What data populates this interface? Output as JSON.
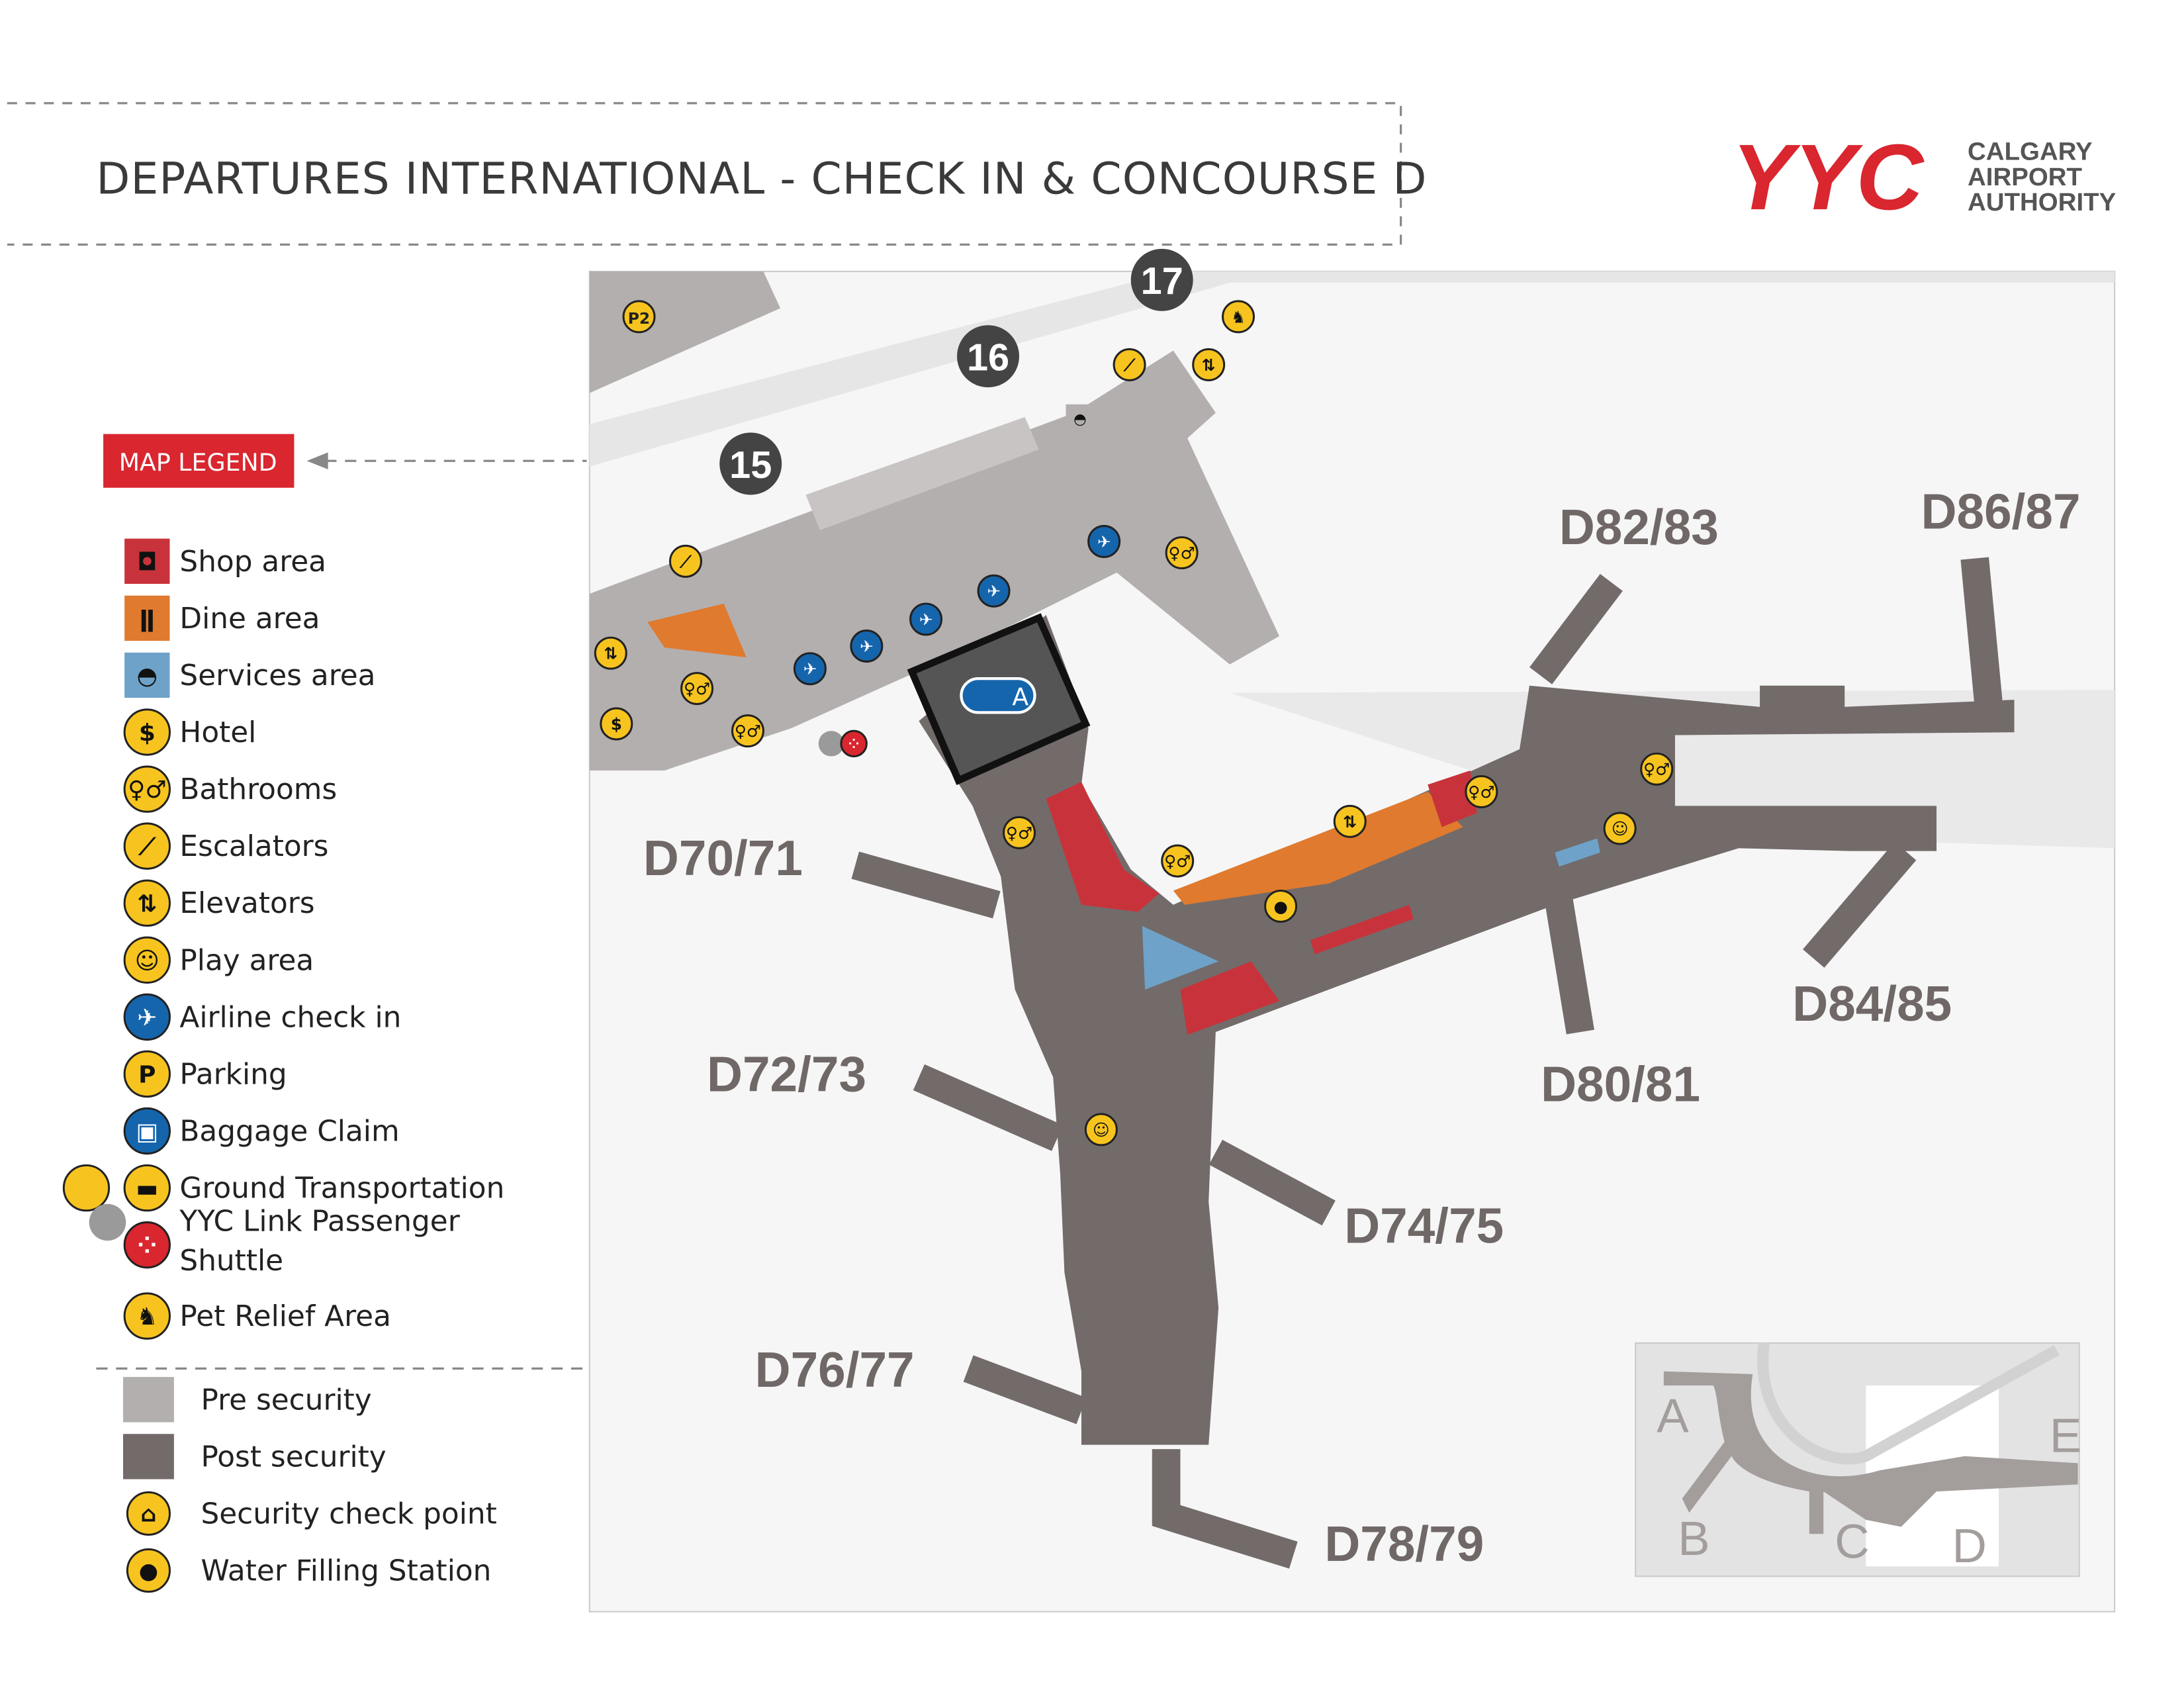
{
  "header": {
    "title": "DEPARTURES INTERNATIONAL - CHECK IN & CONCOURSE D",
    "logo": {
      "mark": "YYC",
      "line1": "CALGARY",
      "line2": "AIRPORT",
      "line3": "AUTHORITY"
    }
  },
  "legend": {
    "button_label": "MAP LEGEND",
    "items": [
      {
        "label": "Shop area",
        "icon": "shop-bag-icon",
        "color": "#c8333b"
      },
      {
        "label": "Dine area",
        "icon": "dine-icon",
        "color": "#e07a2e"
      },
      {
        "label": "Services area",
        "icon": "service-bell-icon",
        "color": "#6fa2c8"
      },
      {
        "label": "Hotel",
        "icon": "hotel-dollar-icon",
        "color": "#f7c41f"
      },
      {
        "label": "Bathrooms",
        "icon": "bathroom-icon",
        "color": "#f7c41f"
      },
      {
        "label": "Escalators",
        "icon": "escalator-icon",
        "color": "#f7c41f"
      },
      {
        "label": "Elevators",
        "icon": "elevator-icon",
        "color": "#f7c41f"
      },
      {
        "label": "Play area",
        "icon": "play-area-icon",
        "color": "#f7c41f"
      },
      {
        "label": "Airline check in",
        "icon": "airline-check-in-icon",
        "color": "#1565ad"
      },
      {
        "label": "Parking",
        "icon": "parking-icon",
        "color": "#f7c41f"
      },
      {
        "label": "Baggage Claim",
        "icon": "baggage-claim-icon",
        "color": "#1565ad"
      },
      {
        "label": "Ground Transportation",
        "icon": "ground-transportation-icon",
        "color": "#f7c41f"
      },
      {
        "label": "YYC Link Passenger",
        "label2": "Shuttle",
        "icon": "shuttle-icon",
        "color": "#d9262f"
      },
      {
        "label": "Pet Relief Area",
        "icon": "pet-relief-icon",
        "color": "#f7c41f"
      }
    ],
    "zones": [
      {
        "label": "Pre security",
        "color": "#b3afaf"
      },
      {
        "label": "Post security",
        "color": "#726b6a"
      },
      {
        "label": "Security check point",
        "icon": "security-checkpoint-icon",
        "color": "#f7c41f"
      },
      {
        "label": "Water Filling Station",
        "icon": "water-drop-icon",
        "color": "#f7c41f"
      }
    ]
  },
  "map": {
    "doors": [
      "15",
      "16",
      "17"
    ],
    "parking_label": "P2",
    "security_label": "A",
    "gates": [
      "D70/71",
      "D72/73",
      "D74/75",
      "D76/77",
      "D78/79",
      "D80/81",
      "D82/83",
      "D84/85",
      "D86/87"
    ],
    "minimap_letters": [
      "A",
      "B",
      "C",
      "D",
      "E"
    ],
    "colors": {
      "pre": "#b3afaf",
      "post": "#726b6a",
      "shop": "#c8333b",
      "dine": "#e07a2e",
      "service": "#6fa2c8",
      "yellow": "#f7c41f",
      "blue": "#1565ad"
    }
  }
}
